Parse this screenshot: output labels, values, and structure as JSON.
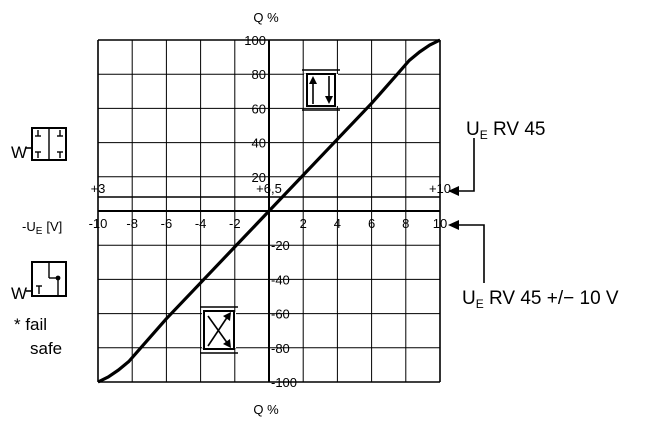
{
  "chart_data": {
    "type": "line",
    "title": "",
    "y_axis_label_top": "Q %",
    "y_axis_label_bottom": "Q %",
    "x_axis_label": "-U",
    "x_axis_label_sub": "E",
    "x_axis_unit": "[V]",
    "xlim": [
      -10,
      10
    ],
    "ylim": [
      -100,
      100
    ],
    "grid": true,
    "x_ticks": [
      "-10",
      "-8",
      "-6",
      "-4",
      "-2",
      "2",
      "4",
      "6",
      "8",
      "10"
    ],
    "y_ticks_positive": [
      "20",
      "40",
      "60",
      "80",
      "100"
    ],
    "y_ticks_negative": [
      "-20",
      "-40",
      "-60",
      "-80",
      "-100"
    ],
    "secondary_x_ticks": [
      "+3",
      "+6,5",
      "+10"
    ],
    "series": [
      {
        "x": [
          -10,
          -9.4,
          -8.8,
          -8.2,
          -7.5,
          -6,
          -4,
          -2,
          0,
          2,
          4,
          6,
          7.5,
          8.2,
          8.8,
          9.4,
          10
        ],
        "y": [
          -100,
          -97,
          -93,
          -88,
          -80,
          -63,
          -42,
          -21,
          0,
          21,
          42,
          63,
          80,
          88,
          93,
          97,
          100
        ]
      }
    ]
  },
  "labels": {
    "ue_rv45_main": "U",
    "ue_rv45_sub": "E",
    "ue_rv45_rest": " RV 45",
    "ue_rv45_pm_main": "U",
    "ue_rv45_pm_sub": "E",
    "ue_rv45_pm_rest": " RV 45 +/− 10 V",
    "fail_safe_line1": "* fail",
    "fail_safe_line2": "safe",
    "symbol_w": "W"
  },
  "colors": {
    "ink": "#000000",
    "background": "#ffffff"
  },
  "icons": [
    "valve-straight-arrows-icon",
    "valve-crossed-arrows-icon",
    "solenoid-normal-icon",
    "solenoid-failsafe-icon"
  ]
}
